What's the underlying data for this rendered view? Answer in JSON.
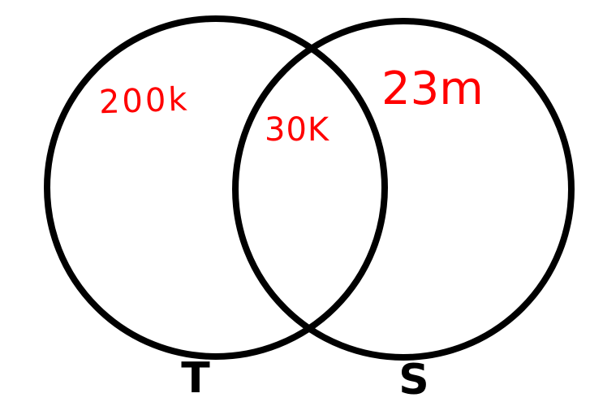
{
  "diagram": {
    "colors": {
      "outline": "#000000",
      "label": "#ff0000",
      "background": "#ffffff"
    },
    "sets": [
      {
        "id": "T",
        "label": "T"
      },
      {
        "id": "S",
        "label": "S"
      }
    ],
    "regions": {
      "t_only": "200k",
      "overlap": "30K",
      "s_only": "23m"
    }
  }
}
